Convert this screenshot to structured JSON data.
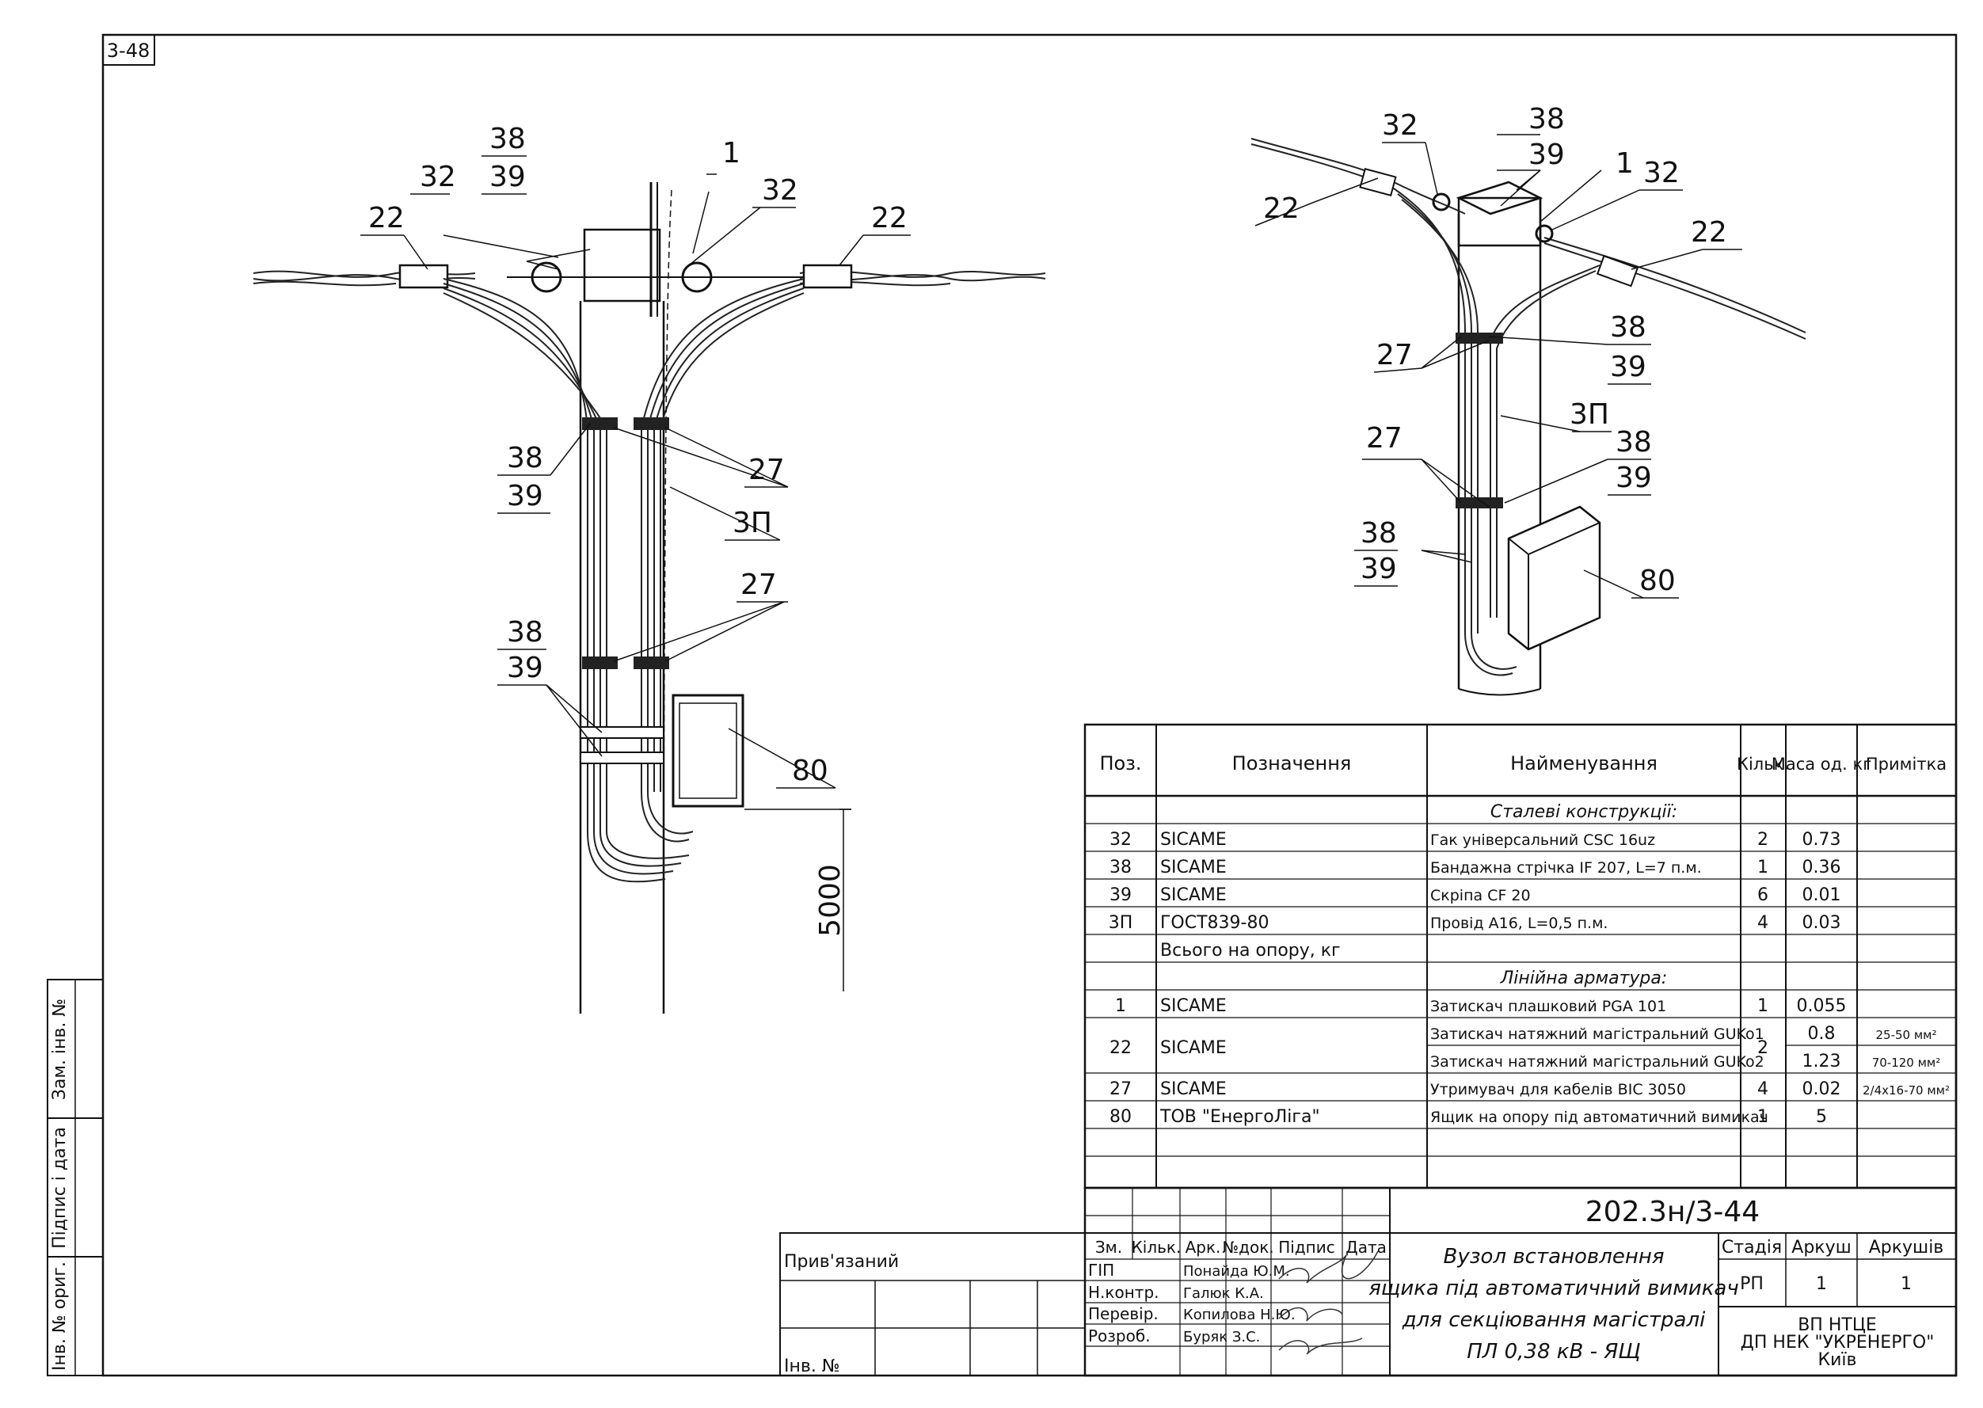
{
  "sheet": {
    "id": "3-48",
    "side_stamp": [
      "Зам. інв. №",
      "Підпис і дата",
      "Інв. № ориг."
    ]
  },
  "drawing_left": {
    "callouts": {
      "c38a": "38",
      "c39a": "39",
      "c32a": "32",
      "c1": "1",
      "c32b": "32",
      "c22a": "22",
      "c22b": "22",
      "c38b": "38",
      "c39b": "39",
      "c27a": "27",
      "c3pa": "3П",
      "c27b": "27",
      "c38c": "38",
      "c39c": "39",
      "c80": "80"
    },
    "dimension": "5000"
  },
  "drawing_right": {
    "callouts": {
      "c32a": "32",
      "c38a": "38",
      "c39a": "39",
      "c1": "1",
      "c32b": "32",
      "c22a": "22",
      "c22b": "22",
      "c27a": "27",
      "c38b": "38",
      "c39b": "39",
      "c3p": "3П",
      "c38c": "38",
      "c39c": "39",
      "c27b": "27",
      "c38d": "38",
      "c39d": "39",
      "c80": "80"
    }
  },
  "spec": {
    "headers": [
      "Поз.",
      "Позначення",
      "Найменування",
      "Кільк.",
      "Маса од. кг",
      "Примітка"
    ],
    "section1": "Сталеві конструкції:",
    "rows1": [
      {
        "pos": "32",
        "des": "SICAME",
        "name": "Гак універсальний CSC 16uz",
        "qty": "2",
        "mass": "0.73",
        "note": ""
      },
      {
        "pos": "38",
        "des": "SICAME",
        "name": "Бандажна стрічка IF 207, L=7 п.м.",
        "qty": "1",
        "mass": "0.36",
        "note": ""
      },
      {
        "pos": "39",
        "des": "SICAME",
        "name": "Скріпа CF 20",
        "qty": "6",
        "mass": "0.01",
        "note": ""
      },
      {
        "pos": "3П",
        "des": "ГОСТ839-80",
        "name": "Провід А16, L=0,5 п.м.",
        "qty": "4",
        "mass": "0.03",
        "note": ""
      }
    ],
    "total_label": "Всього на опору, кг",
    "section2": "Лінійна арматура:",
    "row_1": {
      "pos": "1",
      "des": "SICAME",
      "name": "Затискач плашковий PGA 101",
      "qty": "1",
      "mass": "0.055",
      "note": ""
    },
    "row_22": {
      "pos": "22",
      "des": "SICAME",
      "qty": "2",
      "name_a": "Затискач натяжний магістральний GUKo1",
      "mass_a": "0.8",
      "note_a": "25-50 мм²",
      "name_b": "Затискач натяжний магістральний GUKo2",
      "mass_b": "1.23",
      "note_b": "70-120 мм²"
    },
    "row_27": {
      "pos": "27",
      "des": "SICAME",
      "name": "Утримувач для кабелів BIC 3050",
      "qty": "4",
      "mass": "0.02",
      "note": "2/4х16-70 мм²"
    },
    "row_80": {
      "pos": "80",
      "des": "ТОВ \"ЕнергоЛіга\"",
      "name": "Ящик на опору під автоматичний вимикач",
      "qty": "1",
      "mass": "5",
      "note": ""
    }
  },
  "titleblock": {
    "linked": "Прив'язаний",
    "inv": "Інв. №",
    "doc_code": "202.3н/3-44",
    "col_heads": [
      "Зм.",
      "Кільк.",
      "Арк.",
      "№док.",
      "Підпис",
      "Дата"
    ],
    "roles": [
      {
        "role": "ГІП",
        "name": "Понайда Ю.М."
      },
      {
        "role": "Н.контр.",
        "name": "Галюк К.А."
      },
      {
        "role": "Перевір.",
        "name": "Копилова Н.Ю."
      },
      {
        "role": "Розроб.",
        "name": "Буряк З.С."
      }
    ],
    "title_lines": [
      "Вузол встановлення",
      "ящика під автоматичний вимикач",
      "для секціювання магістралі",
      "ПЛ 0,38 кВ - ЯЩ"
    ],
    "stage_head": "Стадія",
    "sheet_head": "Аркуш",
    "sheets_head": "Аркушів",
    "stage": "РП",
    "sheet": "1",
    "sheets": "1",
    "org": [
      "ВП НТЦЕ",
      "ДП НЕК \"УКРЕНЕРГО\"",
      "Київ"
    ]
  }
}
